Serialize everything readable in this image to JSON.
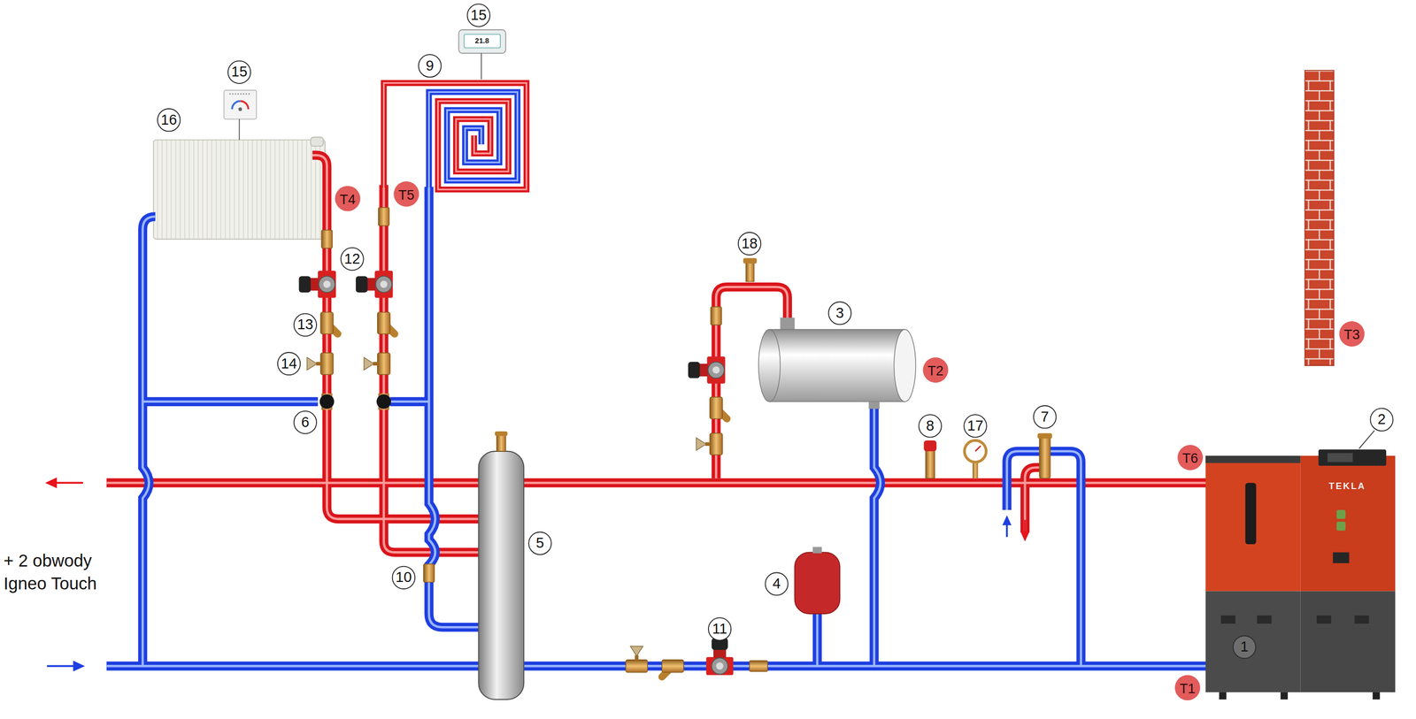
{
  "diagram": {
    "labels": [
      "15",
      "21.8",
      "9",
      "15",
      "16",
      "T5",
      "T4",
      "18",
      "12",
      "3",
      "13",
      "T3",
      "14",
      "T2",
      "2",
      "6",
      "8",
      "17",
      "7",
      "T6",
      "TEKLA",
      "5",
      "+ 2 obwody Igneo Touch",
      "10",
      "4",
      "11",
      "1",
      "T1"
    ]
  }
}
